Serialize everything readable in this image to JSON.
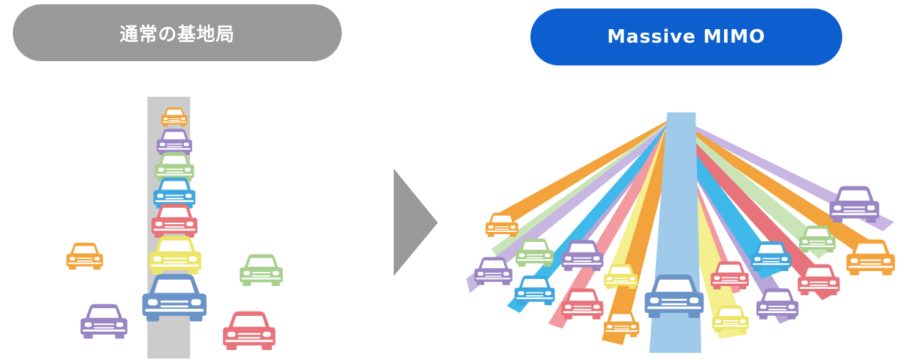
{
  "left_panel": {
    "title": "通常の基地局",
    "title_color": "#999999",
    "road_color": "#cccccc",
    "cars_in_road": [
      "orange",
      "purple",
      "green",
      "blue",
      "red",
      "yellow",
      "blue"
    ],
    "cars_outside": [
      "orange",
      "green",
      "purple",
      "red"
    ]
  },
  "arrow": {
    "icon": "next-arrow-icon",
    "color": "#999999"
  },
  "right_panel": {
    "title": "Massive MIMO",
    "title_color": "#0d5fcf",
    "beam_colors": [
      "orange",
      "green",
      "purple",
      "yellow",
      "red",
      "blue",
      "green",
      "purple"
    ]
  },
  "palette": {
    "orange": "#f3a33b",
    "purple": "#9a86c4",
    "green": "#a7d08e",
    "blue": "#3fa7e0",
    "red": "#e8737b",
    "yellow": "#ece56a",
    "lightblue": "#9fcaea"
  }
}
